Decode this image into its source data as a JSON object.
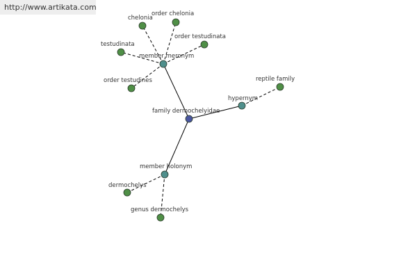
{
  "header": {
    "url": "http://www.artikata.com"
  },
  "colors": {
    "center": "#4a56a0",
    "relation": "#4f8f8c",
    "term": "#4f8f46"
  },
  "graph": {
    "nodes": [
      {
        "id": "center",
        "label": "family dermochelyidae",
        "kind": "center"
      },
      {
        "id": "meronym",
        "label": "member meronym",
        "kind": "relation"
      },
      {
        "id": "hypernym",
        "label": "hypernym",
        "kind": "relation"
      },
      {
        "id": "holonym",
        "label": "member holonym",
        "kind": "relation"
      },
      {
        "id": "chelonia",
        "label": "chelonia",
        "kind": "term"
      },
      {
        "id": "order_chelonia",
        "label": "order chelonia",
        "kind": "term"
      },
      {
        "id": "order_testudinata",
        "label": "order testudinata",
        "kind": "term"
      },
      {
        "id": "testudinata",
        "label": "testudinata",
        "kind": "term"
      },
      {
        "id": "order_testudines",
        "label": "order testudines",
        "kind": "term"
      },
      {
        "id": "reptile_family",
        "label": "reptile family",
        "kind": "term"
      },
      {
        "id": "dermochelys",
        "label": "dermochelys",
        "kind": "term"
      },
      {
        "id": "genus_dermochelys",
        "label": "genus dermochelys",
        "kind": "term"
      }
    ],
    "edges": [
      {
        "from": "center",
        "to": "meronym",
        "style": "solid"
      },
      {
        "from": "center",
        "to": "hypernym",
        "style": "solid"
      },
      {
        "from": "center",
        "to": "holonym",
        "style": "solid"
      },
      {
        "from": "meronym",
        "to": "chelonia",
        "style": "dashed"
      },
      {
        "from": "meronym",
        "to": "order_chelonia",
        "style": "dashed"
      },
      {
        "from": "meronym",
        "to": "order_testudinata",
        "style": "dashed"
      },
      {
        "from": "meronym",
        "to": "testudinata",
        "style": "dashed"
      },
      {
        "from": "meronym",
        "to": "order_testudines",
        "style": "dashed"
      },
      {
        "from": "hypernym",
        "to": "reptile_family",
        "style": "dashed"
      },
      {
        "from": "holonym",
        "to": "dermochelys",
        "style": "dashed"
      },
      {
        "from": "holonym",
        "to": "genus_dermochelys",
        "style": "dashed"
      }
    ]
  }
}
